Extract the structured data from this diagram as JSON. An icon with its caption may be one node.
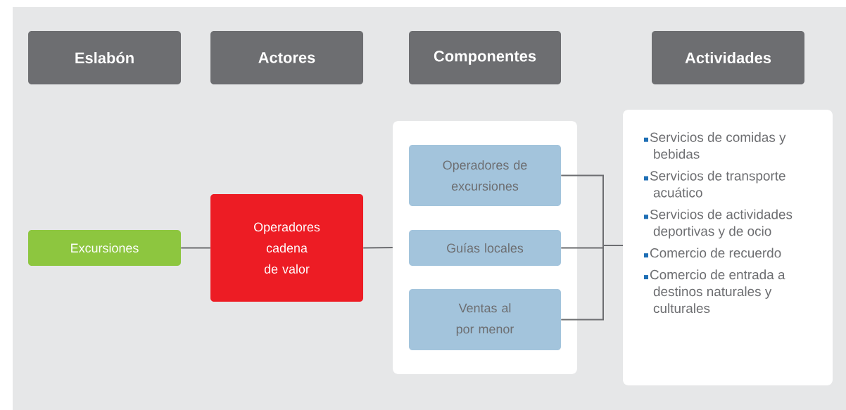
{
  "diagram": {
    "nodes": [
      {
        "text": [
          "Eslabón"
        ]
      },
      {
        "text": [
          "Actores"
        ]
      },
      {
        "text": [
          "Componentes"
        ]
      },
      {
        "text": [
          "Actividades"
        ]
      },
      {
        "text": [
          "Excursiones"
        ]
      },
      {
        "text": [
          "Operadores cadena de valor"
        ]
      },
      {
        "text": [],
        "shape": "box"
      },
      {
        "text": [
          "Operadores de excursiones"
        ],
        "in": 6
      },
      {
        "text": [
          "Guías locales"
        ],
        "in": 6
      },
      {
        "text": [
          "Ventas al por menor"
        ],
        "in": 6
      },
      {
        "text": [
          "Servicios de comidas y bebidas",
          "Servicios de transporte acuático",
          "Servicios de actividades deportivas y de ocio",
          "Comercio de recuerdo",
          "Comercio de entrada a destinos naturales y culturales"
        ]
      }
    ],
    "edges": [
      {
        "from": 4,
        "to": 5,
        "arrow": "none"
      },
      {
        "from": 5,
        "to": 6,
        "arrow": "none"
      },
      {
        "from": 7,
        "to": 10,
        "arrow": "none"
      },
      {
        "from": 8,
        "to": 10,
        "arrow": "none"
      },
      {
        "from": 9,
        "to": 10,
        "arrow": "none"
      }
    ]
  }
}
